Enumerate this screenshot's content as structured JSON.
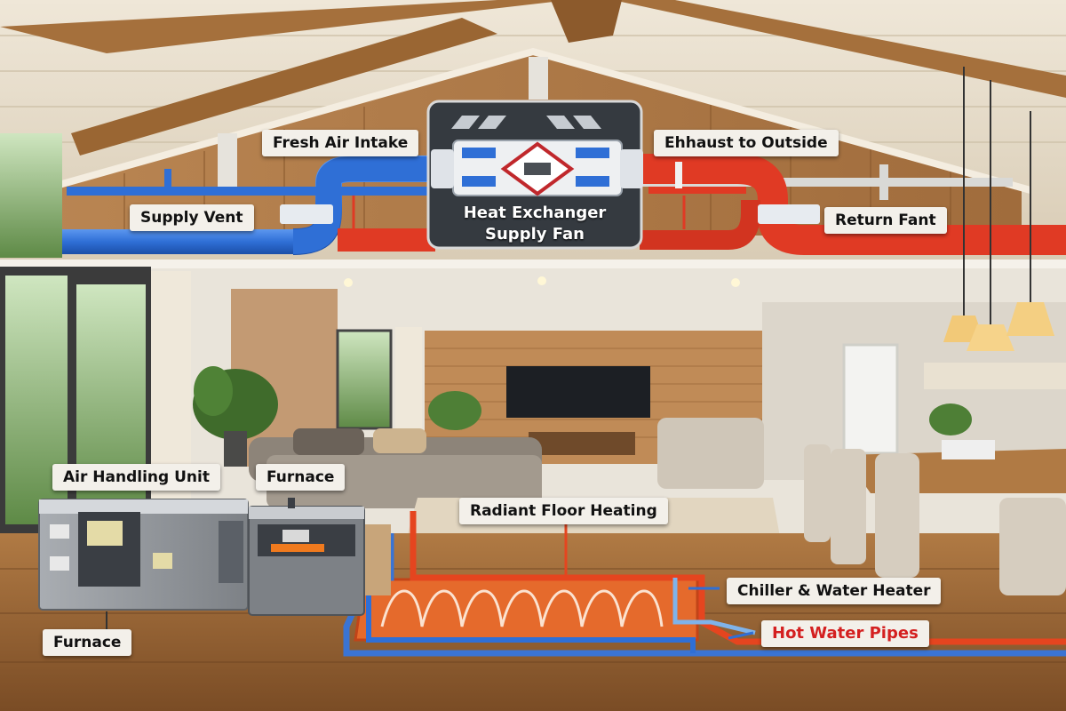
{
  "callouts": {
    "fresh_air_intake": "Fresh Air Intake",
    "exhaust_to_outside": "Ehhaust to Outside",
    "supply_vent": "Supply Vent",
    "return_fan": "Return Fant",
    "air_handling_unit": "Air Handling Unit",
    "furnace_top": "Furnace",
    "furnace_bottom": "Furnace",
    "radiant_floor_heating": "Radiant Floor Heating",
    "chiller_water_heater": "Chiller & Water Heater",
    "hot_water_pipes": "Hot Water Pipes"
  },
  "heat_exchanger": {
    "line1": "Heat Exchanger",
    "line2": "Supply Fan"
  },
  "colors": {
    "supply_duct": "#2f6fd6",
    "return_duct": "#e03a24",
    "callout_bg": "#f3f0ea",
    "hot_water_label": "#d42020"
  },
  "icons": [
    "heat-exchanger-core-icon",
    "furnace-unit-icon",
    "air-handling-unit-icon",
    "pendant-lamp-icon",
    "plant-icon",
    "tv-icon"
  ]
}
